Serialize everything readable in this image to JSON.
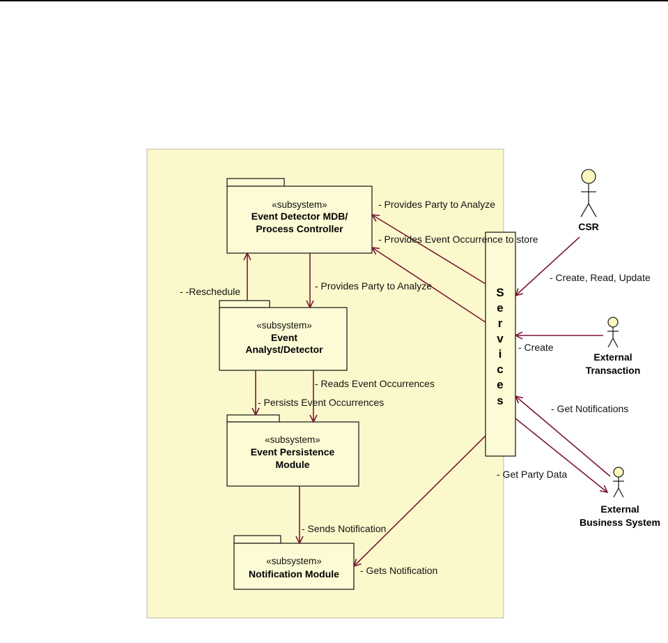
{
  "diagram": {
    "colors": {
      "background": "#fbf9cc",
      "arrow": "#7a1630",
      "package": "#fdfbd5"
    },
    "packages": [
      {
        "id": "event-detector",
        "stereotype": "«subsystem»",
        "title_lines": [
          "Event Detector MDB/",
          "Process Controller"
        ]
      },
      {
        "id": "event-analyst",
        "stereotype": "«subsystem»",
        "title_lines": [
          "Event",
          "Analyst/Detector"
        ]
      },
      {
        "id": "event-persistence",
        "stereotype": "«subsystem»",
        "title_lines": [
          "Event Persistence",
          "Module"
        ]
      },
      {
        "id": "notification",
        "stereotype": "«subsystem»",
        "title_lines": [
          "Notification Module"
        ]
      }
    ],
    "services_letters": [
      "S",
      "e",
      "r",
      "v",
      "i",
      "c",
      "e",
      "s"
    ],
    "actors": [
      {
        "id": "csr",
        "name_lines": [
          "CSR"
        ]
      },
      {
        "id": "external-transaction",
        "name_lines": [
          "External",
          "Transaction"
        ]
      },
      {
        "id": "external-business-system",
        "name_lines": [
          "External",
          "Business System"
        ]
      }
    ],
    "connector_labels": {
      "provides_party_top": "- Provides Party to Analyze",
      "provides_event_occurrence": "- Provides Event Occurrence to store",
      "reschedule": "- -Reschedule",
      "provides_party_mid": "- Provides Party to Analyze",
      "create_read_update": "- Create, Read, Update",
      "create": "- Create",
      "reads_event_occurrences": "- Reads Event Occurrences",
      "persists_event_occurrences": "- Persists Event Occurrences",
      "get_notifications": "- Get Notifications",
      "get_party_data": "- Get Party Data",
      "sends_notification": "- Sends Notification",
      "gets_notification": "- Gets Notification"
    }
  }
}
